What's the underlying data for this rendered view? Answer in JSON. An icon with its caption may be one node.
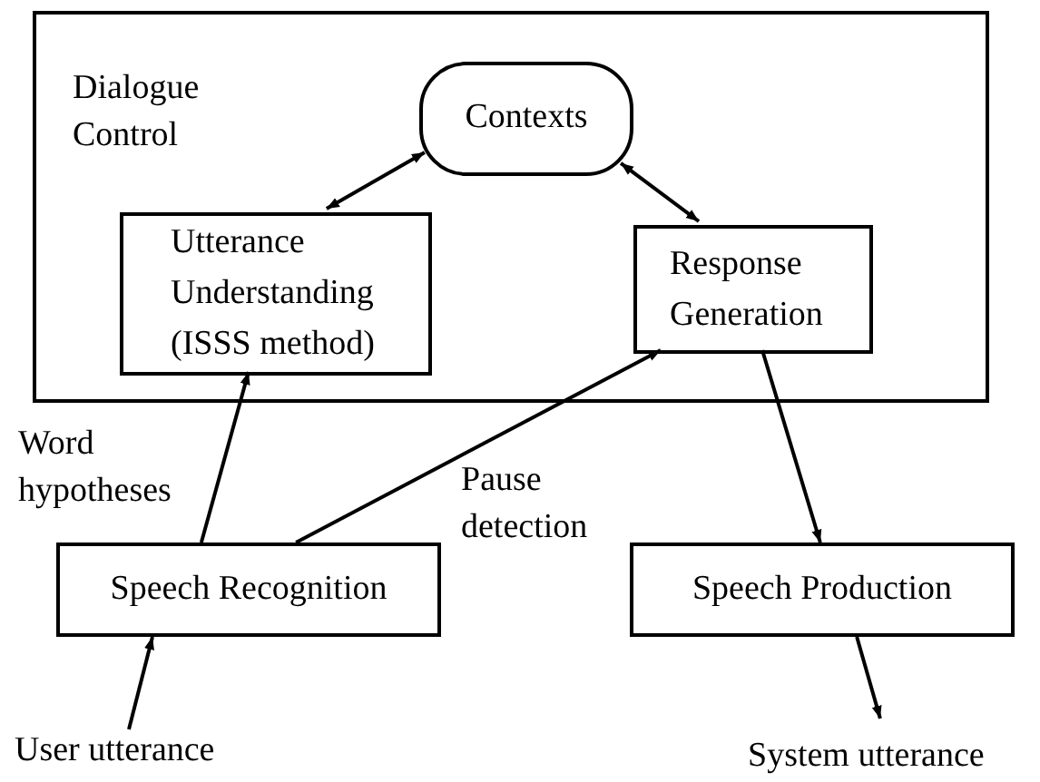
{
  "diagram": {
    "nodes": [
      {
        "text": [
          "Dialogue Control"
        ]
      },
      {
        "text": [
          "Contexts"
        ],
        "in": 0
      },
      {
        "text": [
          "Utterance Understanding (ISSS method)"
        ],
        "in": 0
      },
      {
        "text": [
          "Response Generation"
        ],
        "in": 0
      },
      {
        "text": [
          "Speech Recognition"
        ]
      },
      {
        "text": [
          "Speech Production"
        ]
      },
      {
        "text": [
          "User utterance"
        ]
      },
      {
        "text": [
          "System utterance"
        ]
      }
    ],
    "edges": [
      {
        "from": 2,
        "to": 1,
        "arrow": "both"
      },
      {
        "from": 1,
        "to": 3,
        "arrow": "both"
      },
      {
        "from": 4,
        "to": 2,
        "arrow": "to",
        "label": "Word hypotheses"
      },
      {
        "from": 4,
        "to": 3,
        "arrow": "to",
        "label": "Pause detection"
      },
      {
        "from": 3,
        "to": 5,
        "arrow": "to"
      },
      {
        "from": 6,
        "to": 4,
        "arrow": "to"
      },
      {
        "from": 5,
        "to": 7,
        "arrow": "to"
      }
    ]
  }
}
